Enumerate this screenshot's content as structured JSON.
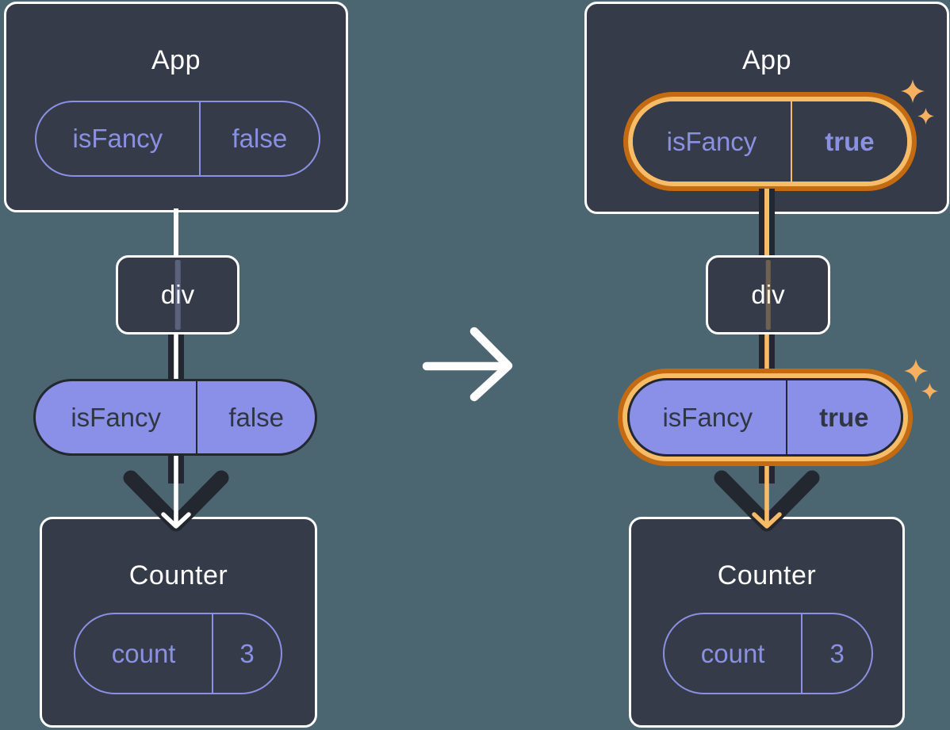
{
  "colors": {
    "background": "#4C6671",
    "box_fill": "#353B48",
    "box_border": "#FFFFFF",
    "purple": "#8A90E2",
    "purple_fill": "#8A90E8",
    "dark_text": "#303743",
    "arrow_dark": "#23272F",
    "orange_dark": "#C46A11",
    "orange_light": "#F8BC66",
    "sparkle": "#F6B05F",
    "white": "#FFFFFF"
  },
  "before": {
    "app_title": "App",
    "app_prop_name": "isFancy",
    "app_prop_value": "false",
    "div_label": "div",
    "passed_prop_name": "isFancy",
    "passed_prop_value": "false",
    "counter_title": "Counter",
    "state_name": "count",
    "state_value": "3"
  },
  "after": {
    "app_title": "App",
    "app_prop_name": "isFancy",
    "app_prop_value": "true",
    "div_label": "div",
    "passed_prop_name": "isFancy",
    "passed_prop_value": "true",
    "counter_title": "Counter",
    "state_name": "count",
    "state_value": "3"
  }
}
